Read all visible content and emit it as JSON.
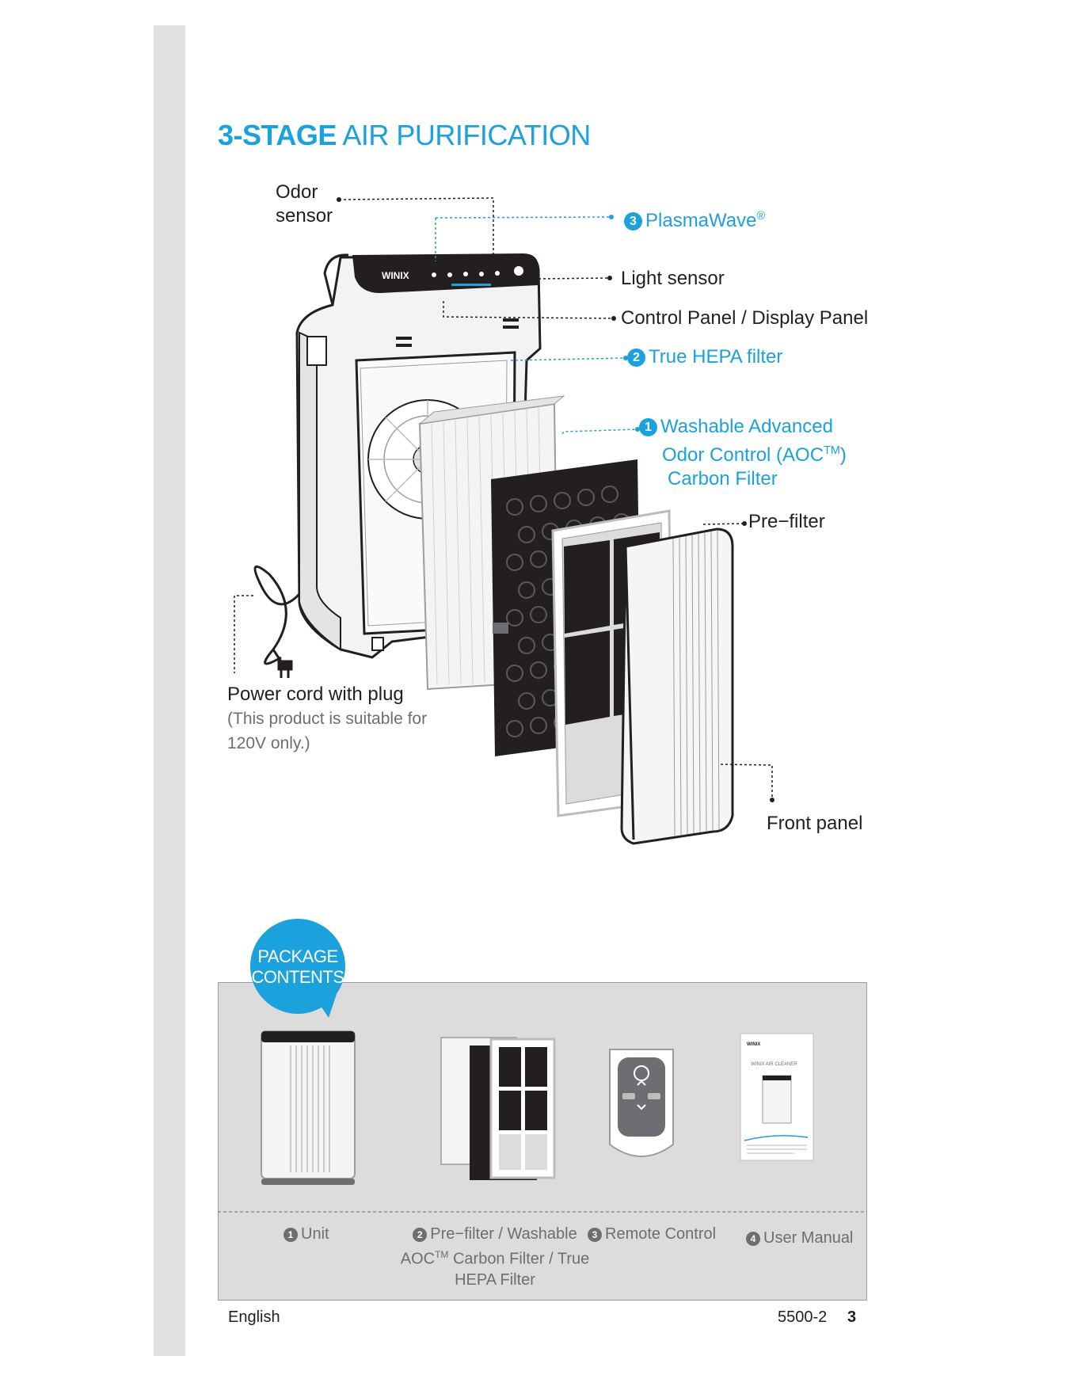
{
  "page_title": {
    "bold": "3-STAGE",
    "light": " AIR PURIFICATION"
  },
  "diagram": {
    "odor_sensor": {
      "line1": "Odor",
      "line2": "sensor"
    },
    "plasmawave": {
      "num": "3",
      "text": "PlasmaWave",
      "reg": "®"
    },
    "light_sensor": "Light sensor",
    "control_panel": "Control Panel / Display Panel",
    "hepa": {
      "num": "2",
      "text": "True HEPA filter"
    },
    "carbon": {
      "num": "1",
      "line1": "Washable Advanced",
      "line2a": "Odor Control (AOC",
      "tm": "TM",
      "line2b": ")",
      "line3": "Carbon Filter"
    },
    "prefilter": "Pre−filter",
    "front_panel": "Front panel",
    "power_cord": {
      "title": "Power cord with plug",
      "note1": "(This product is suitable for",
      "note2": "120V only.)"
    },
    "unit_brand": "WINIX"
  },
  "package": {
    "bubble_line1": "PACKAGE",
    "bubble_line2": "CONTENTS",
    "items": [
      {
        "num": "1",
        "label": "Unit"
      },
      {
        "num": "2",
        "line1": "Pre−filter / Washable",
        "line2a": "AOC",
        "tm": "TM",
        "line2b": " Carbon Filter / True",
        "line3": "HEPA Filter"
      },
      {
        "num": "3",
        "label": "Remote Control"
      },
      {
        "num": "4",
        "label": "User Manual"
      }
    ],
    "manual_brand": "WINIX",
    "manual_title": "WINIX AIR CLEANER"
  },
  "footer": {
    "language": "English",
    "model": "5500-2",
    "page": "3"
  }
}
